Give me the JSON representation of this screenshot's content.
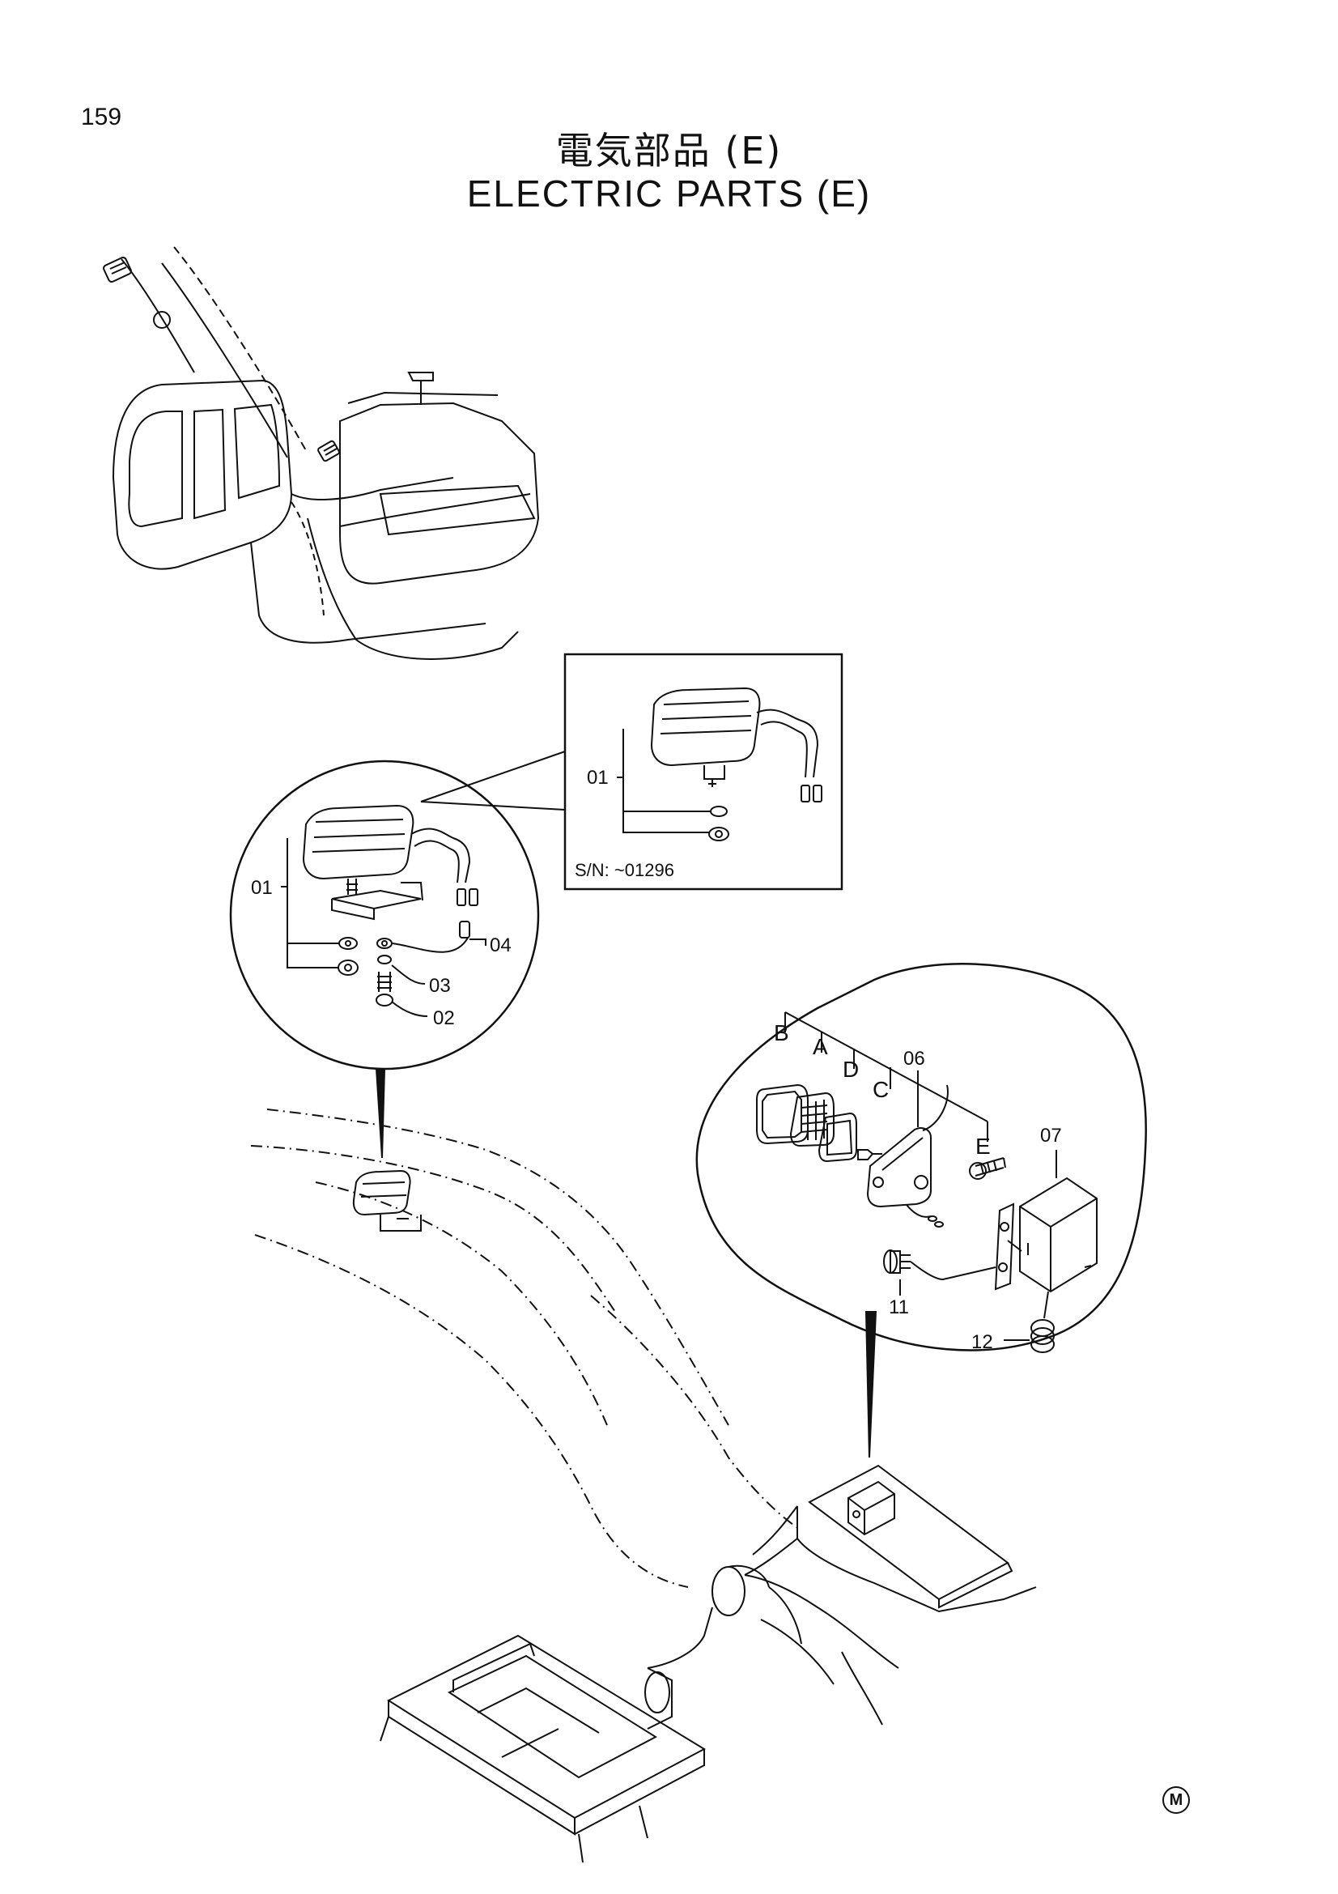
{
  "page": {
    "number": "159",
    "title_jp": "電気部品 (E)",
    "title_en": "ELECTRIC PARTS (E)",
    "mark": "M"
  },
  "inset_serial": {
    "sn_label": "S/N: ~01296",
    "callouts": [
      "01"
    ]
  },
  "work_light_detail": {
    "callouts": [
      "01",
      "02",
      "03",
      "04"
    ]
  },
  "rear_light_detail": {
    "callouts": [
      "06",
      "07",
      "11",
      "12"
    ],
    "letters": [
      "A",
      "B",
      "C",
      "D",
      "E"
    ]
  }
}
